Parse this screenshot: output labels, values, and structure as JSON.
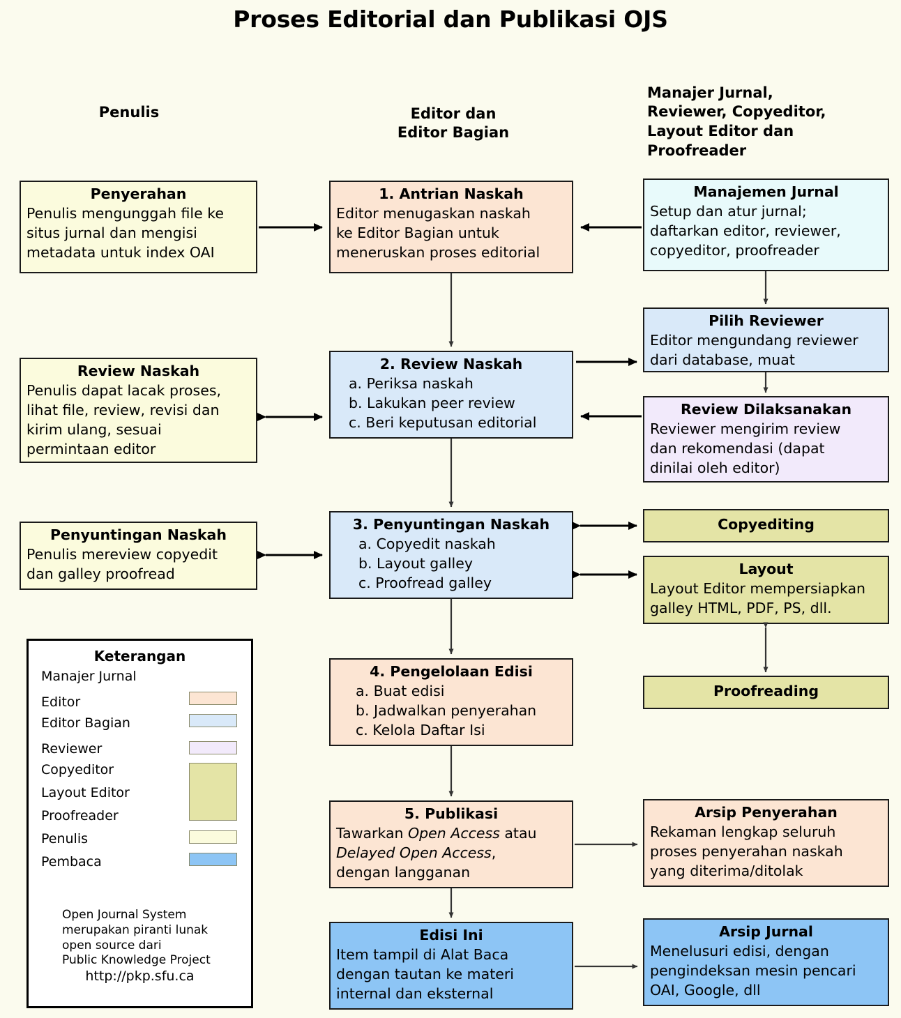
{
  "title": "Proses Editorial dan Publikasi OJS",
  "columns": [
    {
      "id": "penulis",
      "label": "Penulis"
    },
    {
      "id": "editor",
      "label": "Editor dan\nEditor Bagian"
    },
    {
      "id": "staff",
      "label": "Manajer Jurnal,\nReviewer, Copyeditor,\nLayout Editor dan\nProofreader"
    }
  ],
  "boxes": {
    "penyerahan": {
      "title": "Penyerahan",
      "lines": [
        "Penulis mengunggah file ke",
        "situs jurnal dan mengisi",
        "metadata untuk index OAI"
      ],
      "color": "#fbfbdd",
      "role": "Penulis"
    },
    "antrian": {
      "title": "1. Antrian Naskah",
      "lines": [
        "Editor menugaskan naskah",
        "ke Editor Bagian untuk",
        "meneruskan proses editorial"
      ],
      "color": "#fce5d3",
      "role": "Editor"
    },
    "manajemen": {
      "title": "Manajemen Jurnal",
      "lines": [
        "Setup dan atur jurnal;",
        "daftarkan editor, reviewer,",
        "copyeditor, proofreader"
      ],
      "color": "#e8fafb",
      "role": "Manajer Jurnal"
    },
    "review_naskah_penulis": {
      "title": "Review Naskah",
      "lines": [
        "Penulis dapat lacak proses,",
        "lihat file, review, revisi dan",
        "kirim ulang, sesuai",
        "permintaan editor"
      ],
      "color": "#fbfbdd",
      "role": "Penulis"
    },
    "review_naskah": {
      "title": "2. Review Naskah",
      "lines": [
        "a. Periksa naskah",
        "b. Lakukan peer review",
        "c. Beri keputusan editorial"
      ],
      "color": "#d9e9f9",
      "role": "Editor Bagian"
    },
    "pilih_reviewer": {
      "title": "Pilih Reviewer",
      "lines": [
        "Editor mengundang reviewer",
        "dari database, muat"
      ],
      "color": "#d9e9f9",
      "role": "Editor Bagian"
    },
    "review_dilaksanakan": {
      "title": "Review Dilaksanakan",
      "lines": [
        "Reviewer mengirim review",
        "dan rekomendasi (dapat",
        "dinilai oleh editor)"
      ],
      "color": "#f2eafb",
      "role": "Reviewer"
    },
    "penyuntingan_penulis": {
      "title": "Penyuntingan Naskah",
      "lines": [
        "Penulis mereview copyedit",
        "dan galley proofread"
      ],
      "color": "#fbfbdd",
      "role": "Penulis"
    },
    "penyuntingan": {
      "title": "3. Penyuntingan Naskah",
      "lines": [
        "a. Copyedit naskah",
        "b. Layout galley",
        "c. Proofread galley"
      ],
      "color": "#d9e9f9",
      "role": "Editor Bagian"
    },
    "copyediting": {
      "title": "Copyediting",
      "lines": [],
      "color": "#e4e4a6",
      "role": "Copyeditor"
    },
    "layout": {
      "title": "Layout",
      "lines": [
        "Layout Editor mempersiapkan",
        "galley HTML, PDF, PS, dll."
      ],
      "color": "#e4e4a6",
      "role": "Layout Editor"
    },
    "proofreading": {
      "title": "Proofreading",
      "lines": [],
      "color": "#e4e4a6",
      "role": "Proofreader"
    },
    "pengelolaan": {
      "title": "4. Pengelolaan Edisi",
      "lines": [
        "a. Buat edisi",
        "b. Jadwalkan penyerahan",
        "c. Kelola Daftar Isi"
      ],
      "color": "#fce5d3",
      "role": "Editor"
    },
    "publikasi": {
      "title": "5. Publikasi",
      "line1_a": "Tawarkan ",
      "line1_i": "Open Access",
      "line1_b": " atau",
      "line2_i": "Delayed Open Access",
      "line2_b": ",",
      "line3": "dengan langganan",
      "color": "#fce5d3",
      "role": "Editor"
    },
    "arsip_penyerahan": {
      "title": "Arsip Penyerahan",
      "lines": [
        "Rekaman lengkap seluruh",
        "proses penyerahan naskah",
        "yang diterima/ditolak"
      ],
      "color": "#fce5d3",
      "role": "Editor"
    },
    "edisi_ini": {
      "title": "Edisi Ini",
      "lines": [
        "Item tampil di Alat Baca",
        "dengan tautan ke materi",
        "internal dan eksternal"
      ],
      "color": "#8dc5f5",
      "role": "Pembaca"
    },
    "arsip_jurnal": {
      "title": "Arsip Jurnal",
      "lines": [
        "Menelusuri edisi, dengan",
        "pengindeksan mesin pencari",
        "OAI, Google, dll"
      ],
      "color": "#8dc5f5",
      "role": "Pembaca"
    }
  },
  "legend": {
    "title": "Keterangan",
    "items": [
      {
        "label": "Manajer Jurnal",
        "color": null
      },
      {
        "label": "Editor",
        "color": "#fce5d3"
      },
      {
        "label": "Editor Bagian",
        "color": "#d9e9f9"
      },
      {
        "label": "Reviewer",
        "color": "#f2eafb"
      },
      {
        "label": "Copyeditor",
        "color": "#e4e4a6"
      },
      {
        "label": "Layout Editor",
        "color": "#e4e4a6"
      },
      {
        "label": "Proofreader",
        "color": "#e4e4a6"
      },
      {
        "label": "Penulis",
        "color": "#fbfbdd"
      },
      {
        "label": "Pembaca",
        "color": "#8dc5f5"
      }
    ],
    "footer": "Open Journal System\nmerupakan piranti lunak\nopen source dari\nPublic Knowledge Project",
    "url": "http://pkp.sfu.ca"
  },
  "background_color": "#fbfbee"
}
